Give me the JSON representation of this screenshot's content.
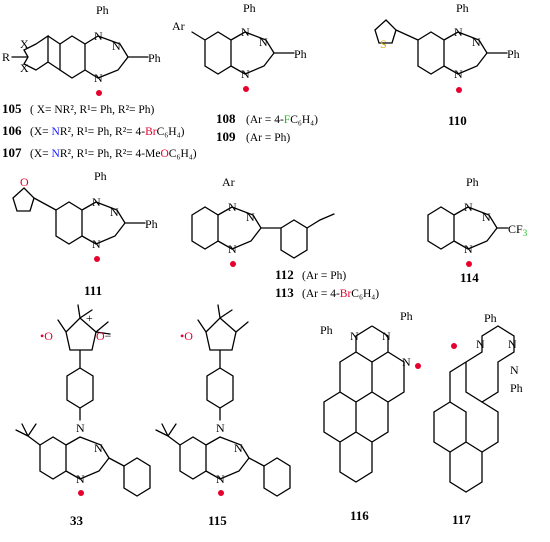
{
  "colors": {
    "nitrogen": "#1a1aff",
    "oxygen": "#e6002e",
    "fluorine": "#22bb22",
    "sulfur": "#d9a000",
    "radical": "#e6002e"
  },
  "atoms": {
    "ph": "Ph",
    "n": "N",
    "r": "R",
    "x": "X",
    "ar": "Ar",
    "s": "S",
    "o": "O",
    "cf3": "CF",
    "f3": "3",
    "plus": "+",
    "minus": "−"
  },
  "compounds": {
    "c105": {
      "number": "105",
      "caption": "( X= NR², R¹= Ph, R²= Ph)"
    },
    "c106": {
      "number": "106",
      "cap_a": "(X= ",
      "cap_n": "N",
      "cap_b": "R², R¹= Ph, R²= 4-",
      "cap_br": "Br",
      "cap_c": "C₆H₄)"
    },
    "c107": {
      "number": "107",
      "cap_a": "(X= ",
      "cap_n": "N",
      "cap_b": "R², R¹= Ph, R²= 4-Me",
      "cap_o": "O",
      "cap_c": "C₆H₄)"
    },
    "c108": {
      "number": "108",
      "cap_a": "(Ar = 4-",
      "cap_f": "F",
      "cap_b": "C₆H₄)"
    },
    "c109": {
      "number": "109",
      "caption": "(Ar = Ph)"
    },
    "c110": {
      "number": "110"
    },
    "c111": {
      "number": "111"
    },
    "c112": {
      "number": "112",
      "caption": "(Ar = Ph)"
    },
    "c113": {
      "number": "113",
      "cap_a": "(Ar = 4-",
      "cap_br": "Br",
      "cap_b": "C₆H₄)"
    },
    "c114": {
      "number": "114"
    },
    "c33": {
      "number": "33"
    },
    "c115": {
      "number": "115"
    },
    "c116": {
      "number": "116"
    },
    "c117": {
      "number": "117"
    }
  }
}
